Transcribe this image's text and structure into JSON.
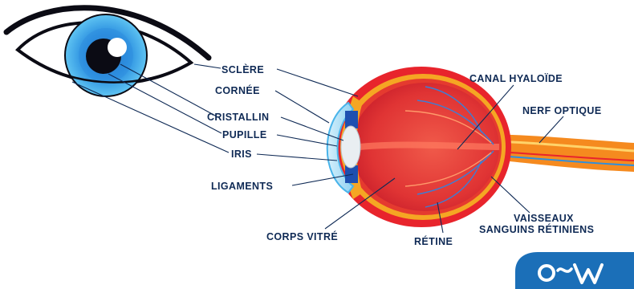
{
  "labels": {
    "sclere": "SCLÈRE",
    "cornee": "CORNÉE",
    "cristallin": "CRISTALLIN",
    "pupille": "PUPILLE",
    "iris": "IRIS",
    "ligaments": "LIGAMENTS",
    "corps_vitre": "CORPS VITRÉ",
    "retine": "RÉTINE",
    "vaisseaux_line1": "VAISSEAUX",
    "vaisseaux_line2": "SANGUINS RÉTINIENS",
    "nerf_optique": "NERF OPTIQUE",
    "canal_hyaloide": "CANAL HYALOÏDE"
  },
  "logo": {
    "text": "O~W",
    "color": "#1b6fb8"
  },
  "colors": {
    "label": "#0f2a55",
    "sclera_outer": "#e8242c",
    "sclera_band": "#f5a623",
    "vitreous": "#e33b3b",
    "iris_blue": "#3aa7e8",
    "cornea": "#9fd8f5",
    "nerve": "#f58a1f"
  }
}
